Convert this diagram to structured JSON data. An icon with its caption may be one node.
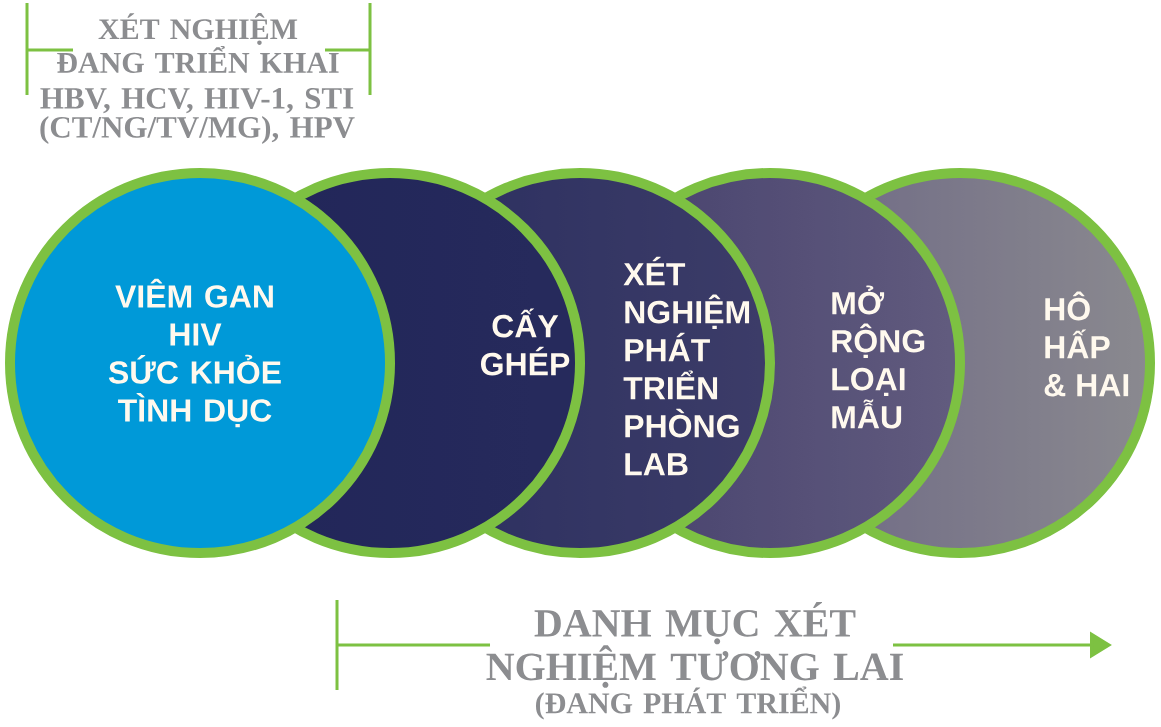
{
  "diagram": {
    "nodes": [
      {
        "text": [
          "VIÊM GAN",
          "HIV",
          "SỨC KHỎE TÌNH DỤC"
        ]
      },
      {
        "text": [
          "CẤY GHÉP"
        ]
      },
      {
        "text": [
          "XÉT NGHIỆM PHÁT TRIỂN PHÒNG LAB"
        ]
      },
      {
        "text": [
          "MỞ RỘNG LOẠI MẪU"
        ]
      },
      {
        "text": [
          "HÔ HẤP & HAI"
        ]
      }
    ],
    "labels": [
      "XÉT NGHIỆM ĐANG TRIỂN KHAI",
      "HBV, HCV, HIV-1, STI (CT/NG/TV/MG), HPV",
      "DANH MỤC XÉT NGHIỆM TƯƠNG LAI",
      "(ĐANG PHÁT TRIỂN)"
    ]
  }
}
